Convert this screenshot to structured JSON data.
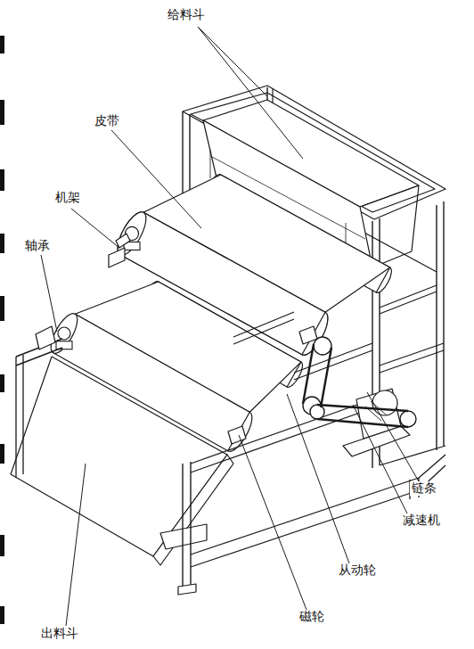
{
  "diagram": {
    "labels": [
      "给料斗",
      "皮带",
      "机架",
      "轴承",
      "链条",
      "减速机",
      "从动轮",
      "磁轮",
      "出料斗"
    ]
  }
}
